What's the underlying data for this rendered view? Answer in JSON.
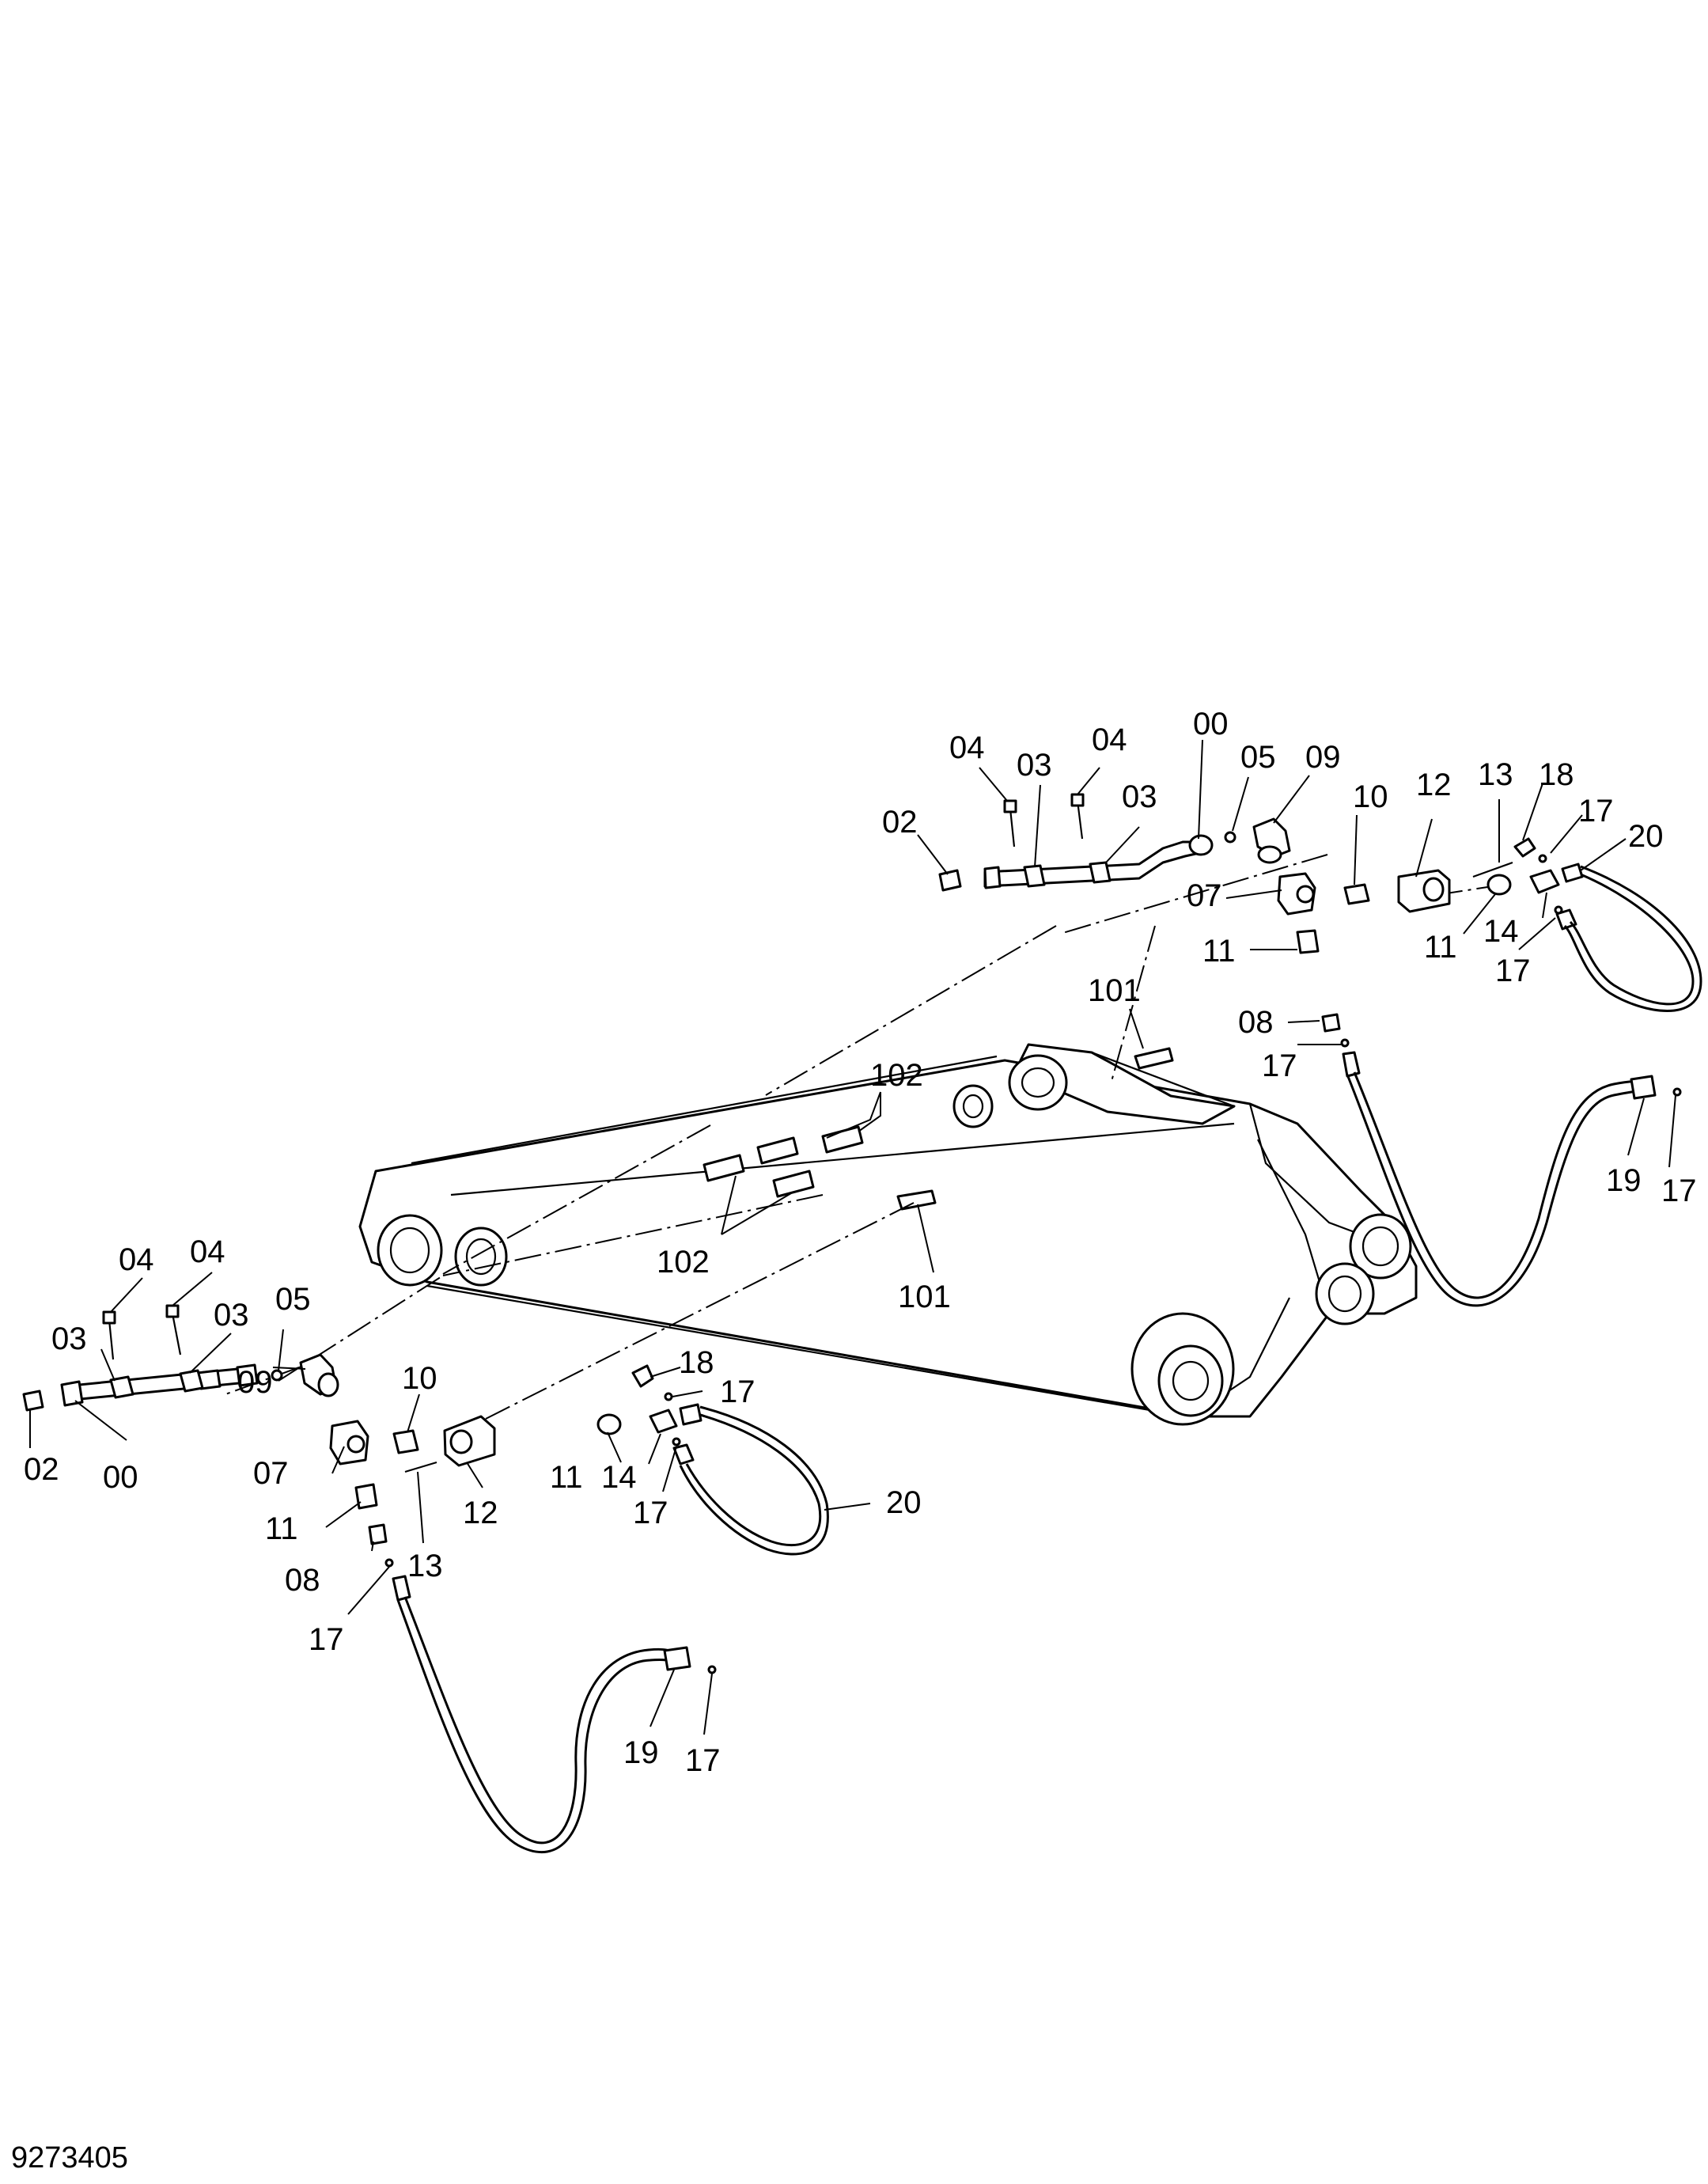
{
  "drawing_number": "9273405",
  "callouts": {
    "c00a": "00",
    "c02a": "02",
    "c03a": "03",
    "c03b": "03",
    "c04a": "04",
    "c04b": "04",
    "c05a": "05",
    "c09a": "09",
    "c07a": "07",
    "c10a": "10",
    "c11a": "11",
    "c11b": "11",
    "c12a": "12",
    "c13a": "13",
    "c18a": "18",
    "c17a": "17",
    "c20a": "20",
    "c14a": "14",
    "c17b": "17",
    "c101a": "101",
    "c08a": "08",
    "c17c": "17",
    "c102a": "102",
    "c19a": "19",
    "c17d": "17",
    "c102b": "102",
    "c101b": "101",
    "c04c": "04",
    "c04d": "04",
    "c03c": "03",
    "c03d": "03",
    "c05b": "05",
    "c09b": "09",
    "c02b": "02",
    "c00b": "00",
    "c10b": "10",
    "c07b": "07",
    "c11c": "11",
    "c13b": "13",
    "c12b": "12",
    "c08b": "08",
    "c17e": "17",
    "c18b": "18",
    "c17f": "17",
    "c11d": "11",
    "c14b": "14",
    "c17g": "17",
    "c20b": "20",
    "c19b": "19",
    "c17h": "17"
  }
}
